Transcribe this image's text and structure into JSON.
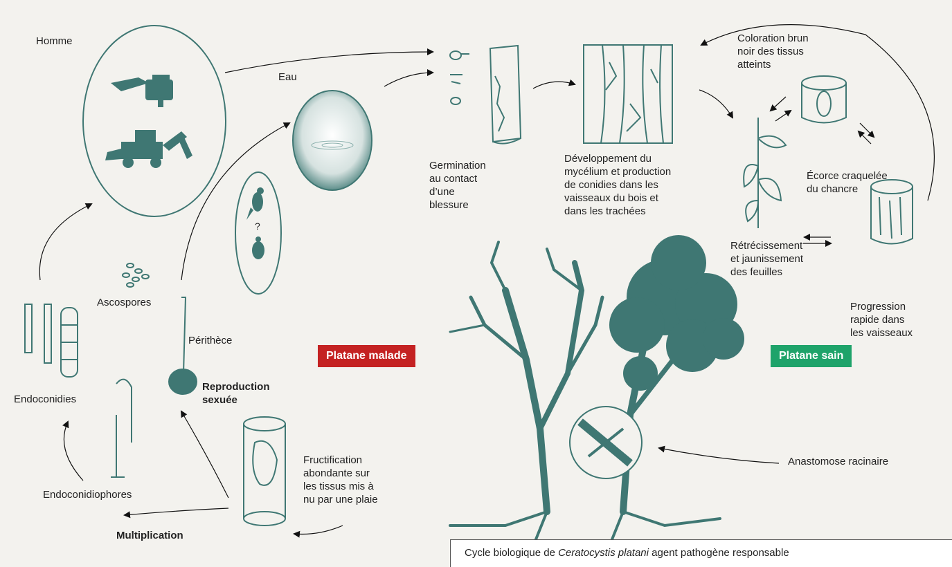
{
  "labels": {
    "homme": "Homme",
    "eau": "Eau",
    "germination": "Germination\nau contact\nd’une\nblessure",
    "developpement": "Développement du\nmycélium et production\nde conidies dans les\nvaisseaux du bois et\ndans les trachées",
    "coloration": "Coloration brun\nnoir des tissus\natteints",
    "ecorce": "Écorce craquelée\ndu chancre",
    "retrecissement": "Rétrécissement\net jaunissement\ndes feuilles",
    "progression": "Progression\nrapide dans\nles vaisseaux",
    "ascospores": "Ascospores",
    "perithece": "Périthèce",
    "reproduction": "Reproduction\nsexuée",
    "endoconidies": "Endoconidies",
    "endoconidiophores": "Endoconidiophores",
    "multiplication": "Multiplication",
    "fructification": "Fructification\nabondante sur\nles tissus mis à\nnu par une plaie",
    "anastomose": "Anastomose racinaire",
    "question": "?"
  },
  "tags": {
    "malade": "Platane malade",
    "sain": "Platane sain"
  },
  "caption": {
    "prefix": "Cycle biologique de ",
    "species": "Ceratocystis platani",
    "suffix": " agent pathogène responsable"
  },
  "colors": {
    "illustration": "#3f7773",
    "malade_tag": "#c42222",
    "sain_tag": "#1ea36a"
  }
}
